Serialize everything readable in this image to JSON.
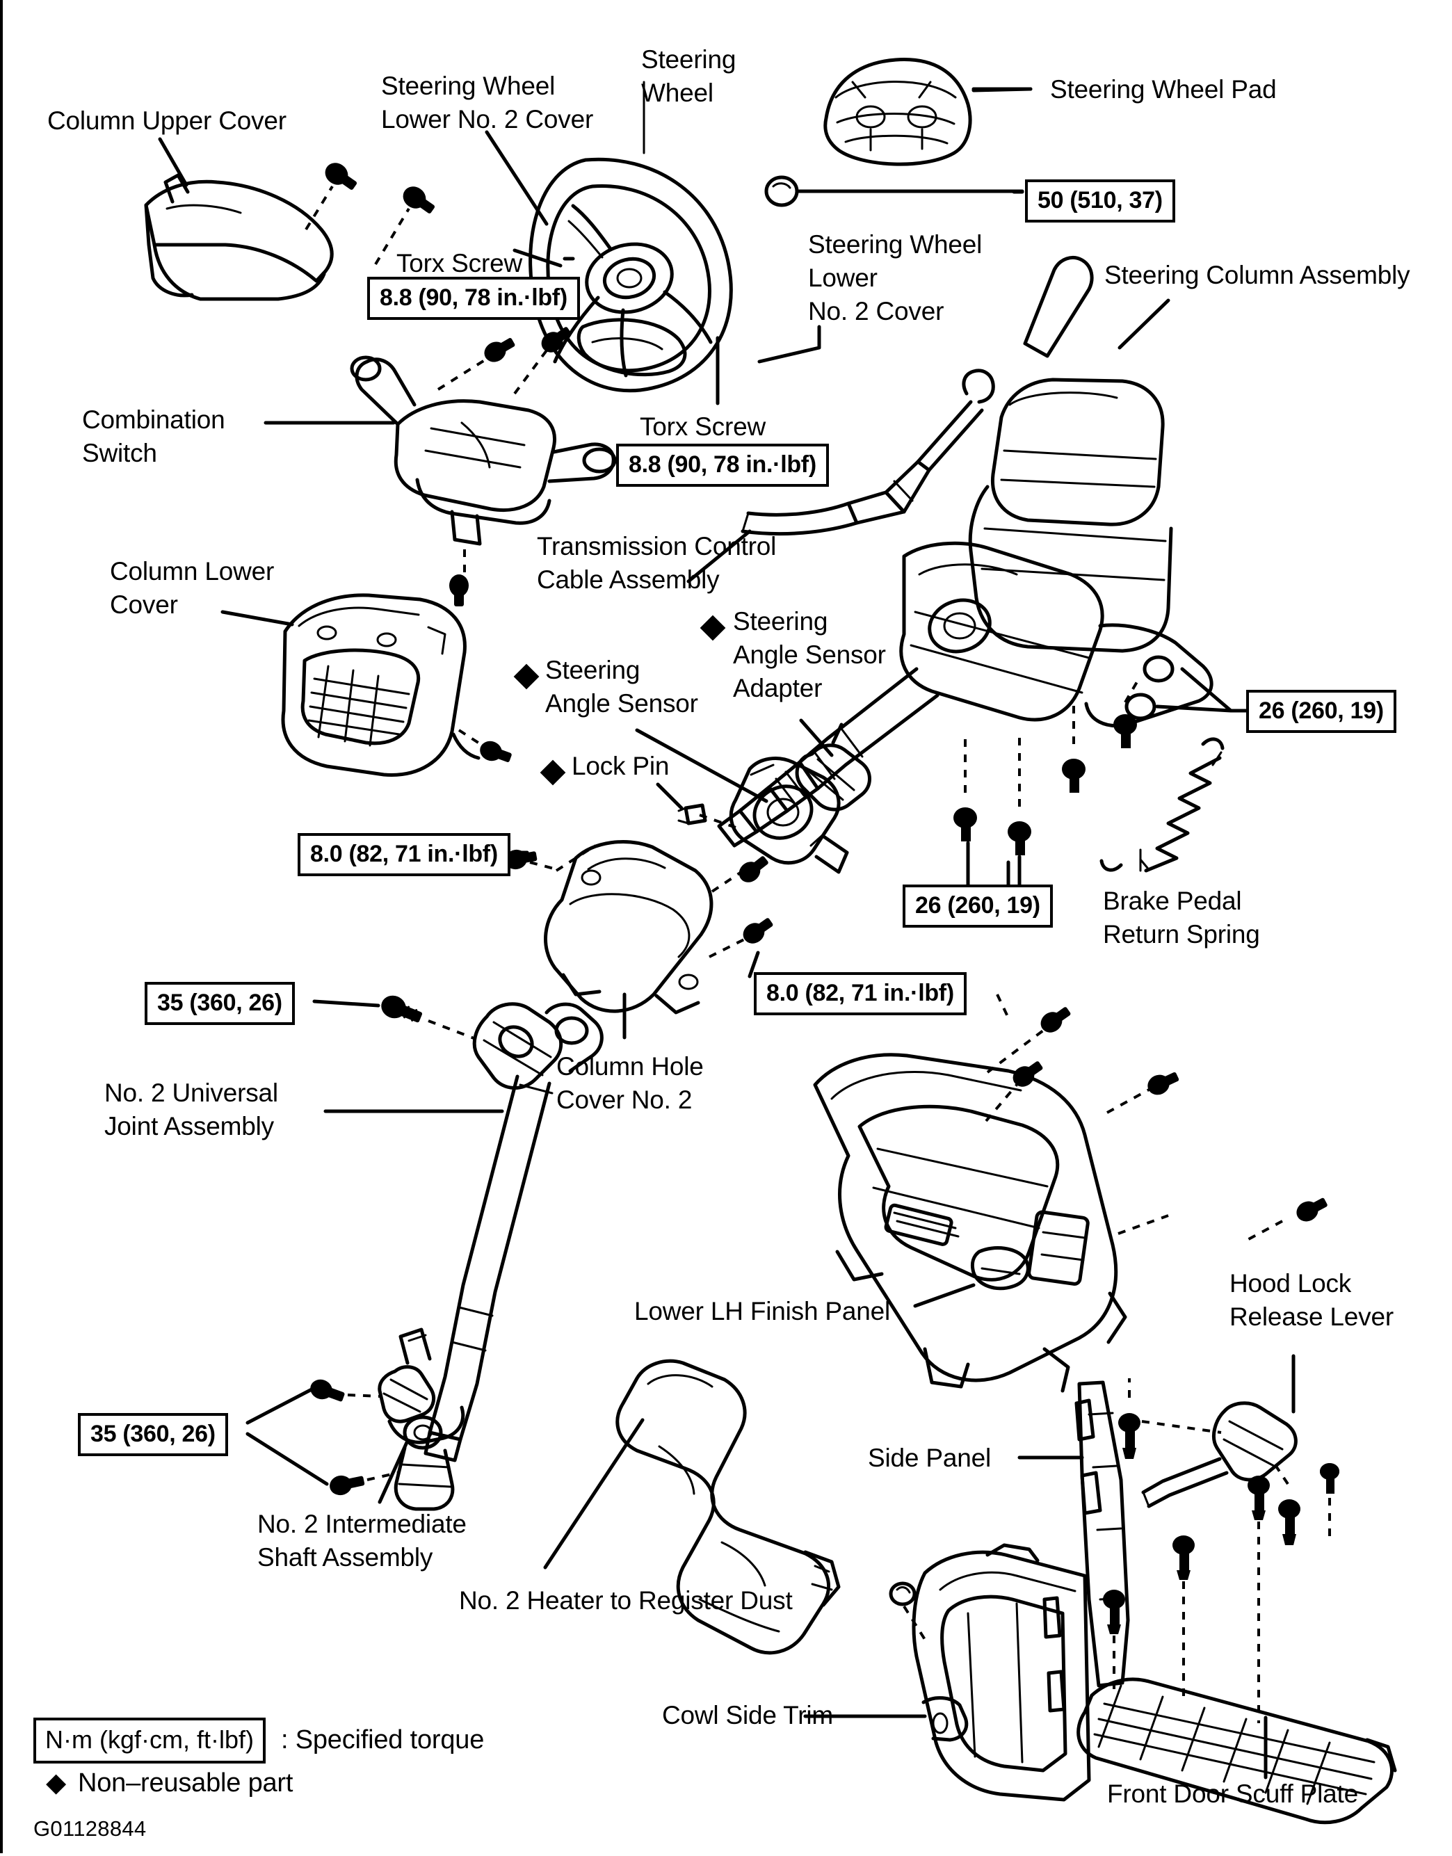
{
  "diagram": {
    "title": "Steering Column Exploded View",
    "drawing_code": "G01128844",
    "legend": {
      "torque_units": "N·m (kgf·cm, ft·lbf)",
      "torque_meaning": ": Specified torque",
      "nonreusable_marker": "◆",
      "nonreusable_meaning": "Non–reusable part"
    },
    "parts": [
      {
        "id": "column-upper-cover",
        "label": "Column Upper Cover"
      },
      {
        "id": "steering-wheel-lower-no2-cover-top",
        "label": "Steering Wheel\nLower No. 2 Cover"
      },
      {
        "id": "steering-wheel",
        "label": "Steering\nWheel"
      },
      {
        "id": "steering-wheel-pad",
        "label": "Steering Wheel Pad"
      },
      {
        "id": "steering-wheel-lower-no2-cover-right",
        "label": "Steering Wheel\nLower\nNo. 2 Cover"
      },
      {
        "id": "steering-column-assembly",
        "label": "Steering Column Assembly"
      },
      {
        "id": "torx-screw-upper",
        "label": "Torx Screw"
      },
      {
        "id": "torx-screw-lower",
        "label": "Torx Screw"
      },
      {
        "id": "combination-switch",
        "label": "Combination\nSwitch"
      },
      {
        "id": "transmission-control-cable-assembly",
        "label": "Transmission Control\nCable Assembly"
      },
      {
        "id": "column-lower-cover",
        "label": "Column Lower\nCover"
      },
      {
        "id": "steering-angle-sensor",
        "label": "Steering\nAngle Sensor",
        "nonreusable": true
      },
      {
        "id": "steering-angle-sensor-adapter",
        "label": "Steering\nAngle Sensor\nAdapter",
        "nonreusable": true
      },
      {
        "id": "lock-pin",
        "label": "Lock Pin",
        "nonreusable": true
      },
      {
        "id": "brake-pedal-return-spring",
        "label": "Brake Pedal\nReturn Spring"
      },
      {
        "id": "column-hole-cover-no2",
        "label": "Column Hole\nCover No. 2"
      },
      {
        "id": "no2-universal-joint-assembly",
        "label": "No. 2 Universal\nJoint Assembly"
      },
      {
        "id": "no2-intermediate-shaft-assembly",
        "label": "No. 2 Intermediate\nShaft Assembly"
      },
      {
        "id": "lower-lh-finish-panel",
        "label": "Lower LH Finish Panel"
      },
      {
        "id": "hood-lock-release-lever",
        "label": "Hood Lock\nRelease Lever"
      },
      {
        "id": "side-panel",
        "label": "Side Panel"
      },
      {
        "id": "no2-heater-to-register-dust",
        "label": "No. 2 Heater to Register Dust"
      },
      {
        "id": "cowl-side-trim",
        "label": "Cowl Side Trim"
      },
      {
        "id": "front-door-scuff-plate",
        "label": "Front Door Scuff Plate"
      }
    ],
    "torque_specs": [
      {
        "id": "torque-steering-wheel-nut",
        "value": "50 (510, 37)"
      },
      {
        "id": "torque-torx-screw-upper",
        "value": "8.8 (90, 78 in.·lbf)"
      },
      {
        "id": "torque-torx-screw-lower",
        "value": "8.8 (90, 78 in.·lbf)"
      },
      {
        "id": "torque-column-bracket-right",
        "value": "26 (260, 19)"
      },
      {
        "id": "torque-column-bracket-lower",
        "value": "26 (260, 19)"
      },
      {
        "id": "torque-hole-cover-left",
        "value": "8.0 (82, 71 in.·lbf)"
      },
      {
        "id": "torque-hole-cover-right",
        "value": "8.0 (82, 71 in.·lbf)"
      },
      {
        "id": "torque-universal-joint",
        "value": "35 (360, 26)"
      },
      {
        "id": "torque-intermediate-shaft",
        "value": "35 (360, 26)"
      }
    ]
  }
}
